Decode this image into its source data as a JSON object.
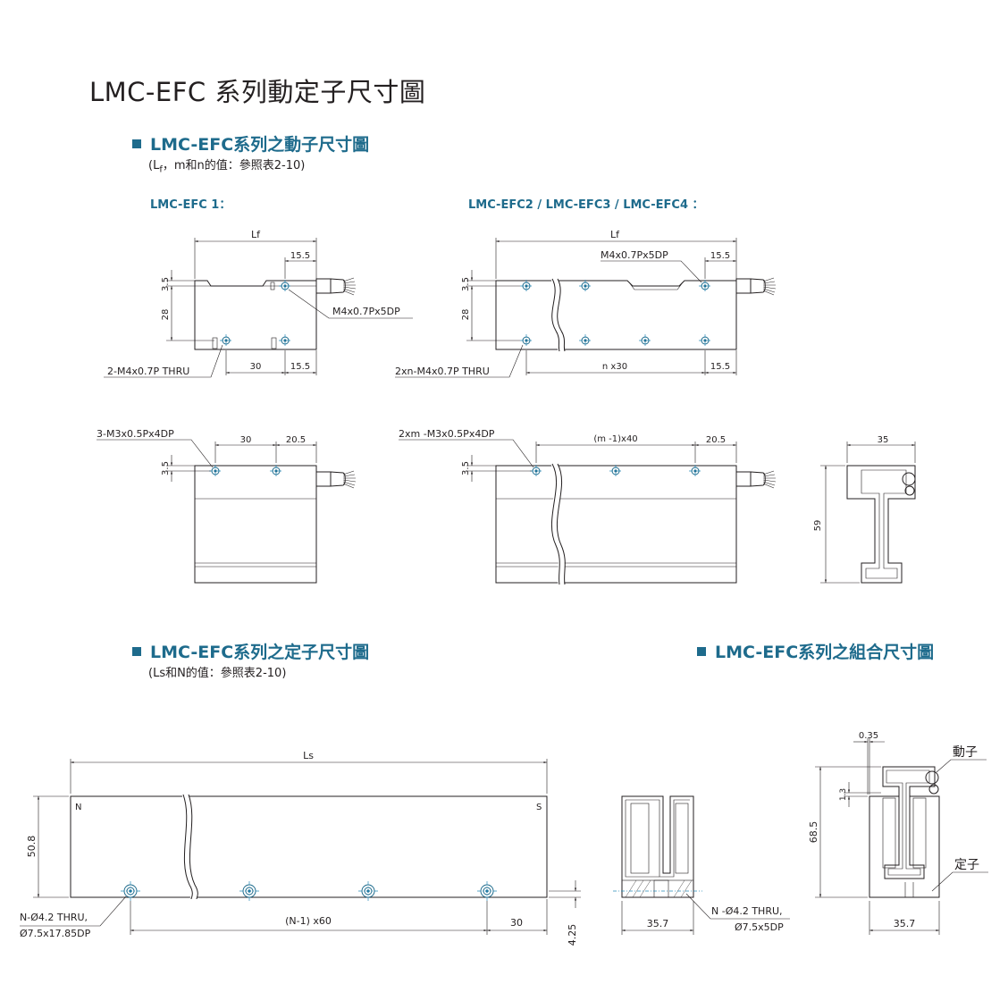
{
  "title": "LMC-EFC 系列動定子尺寸圖",
  "sections": {
    "mover": {
      "heading": "LMC-EFC系列之動子尺寸圖",
      "note_prefix": "(L",
      "note_sub": "f",
      "note_rest": "，m和n的值：參照表2-10)",
      "efc1_label": "LMC-EFC 1：",
      "efc234_label": "LMC-EFC2 / LMC-EFC3 / LMC-EFC4 ："
    },
    "stator": {
      "heading": "LMC-EFC系列之定子尺寸圖",
      "note": "(Ls和N的值：參照表2-10)"
    },
    "assembly": {
      "heading": "LMC-EFC系列之組合尺寸圖"
    }
  },
  "dims": {
    "lf": "Lf",
    "d15_5": "15.5",
    "d3_5": "3.5",
    "d28": "28",
    "d30": "30",
    "d20_5": "20.5",
    "d35": "35",
    "d59": "59",
    "nx30": "n x30",
    "mx40": "(m -1)x40",
    "ls": "Ls",
    "d50_8": "50.8",
    "nx60": "(N-1) x60",
    "d4_25": "4.25",
    "d35_7": "35.7",
    "d0_35": "0.35",
    "d1_3": "1.3",
    "d68_5": "68.5",
    "pole_n": "N",
    "pole_s": "S"
  },
  "callouts": {
    "m4_5dp": "M4x0.7Px5DP",
    "thru_2": "2-M4x0.7P THRU",
    "thru_2xn": "2xn-M4x0.7P THRU",
    "m3_3": "3-M3x0.5Px4DP",
    "m3_2xm": "2xm -M3x0.5Px4DP",
    "stator_holes_1": "N-Ø4.2 THRU,",
    "stator_holes_2": "Ø7.5x17.85DP",
    "end_holes_1": "N -Ø4.2 THRU,",
    "end_holes_2": "Ø7.5x5DP",
    "mover_label": "動子",
    "stator_label": "定子"
  },
  "colors": {
    "accent": "#1e6b8c",
    "hole": "#1e6b8c",
    "centerline": "#2a8ab8",
    "ink": "#231f20"
  }
}
